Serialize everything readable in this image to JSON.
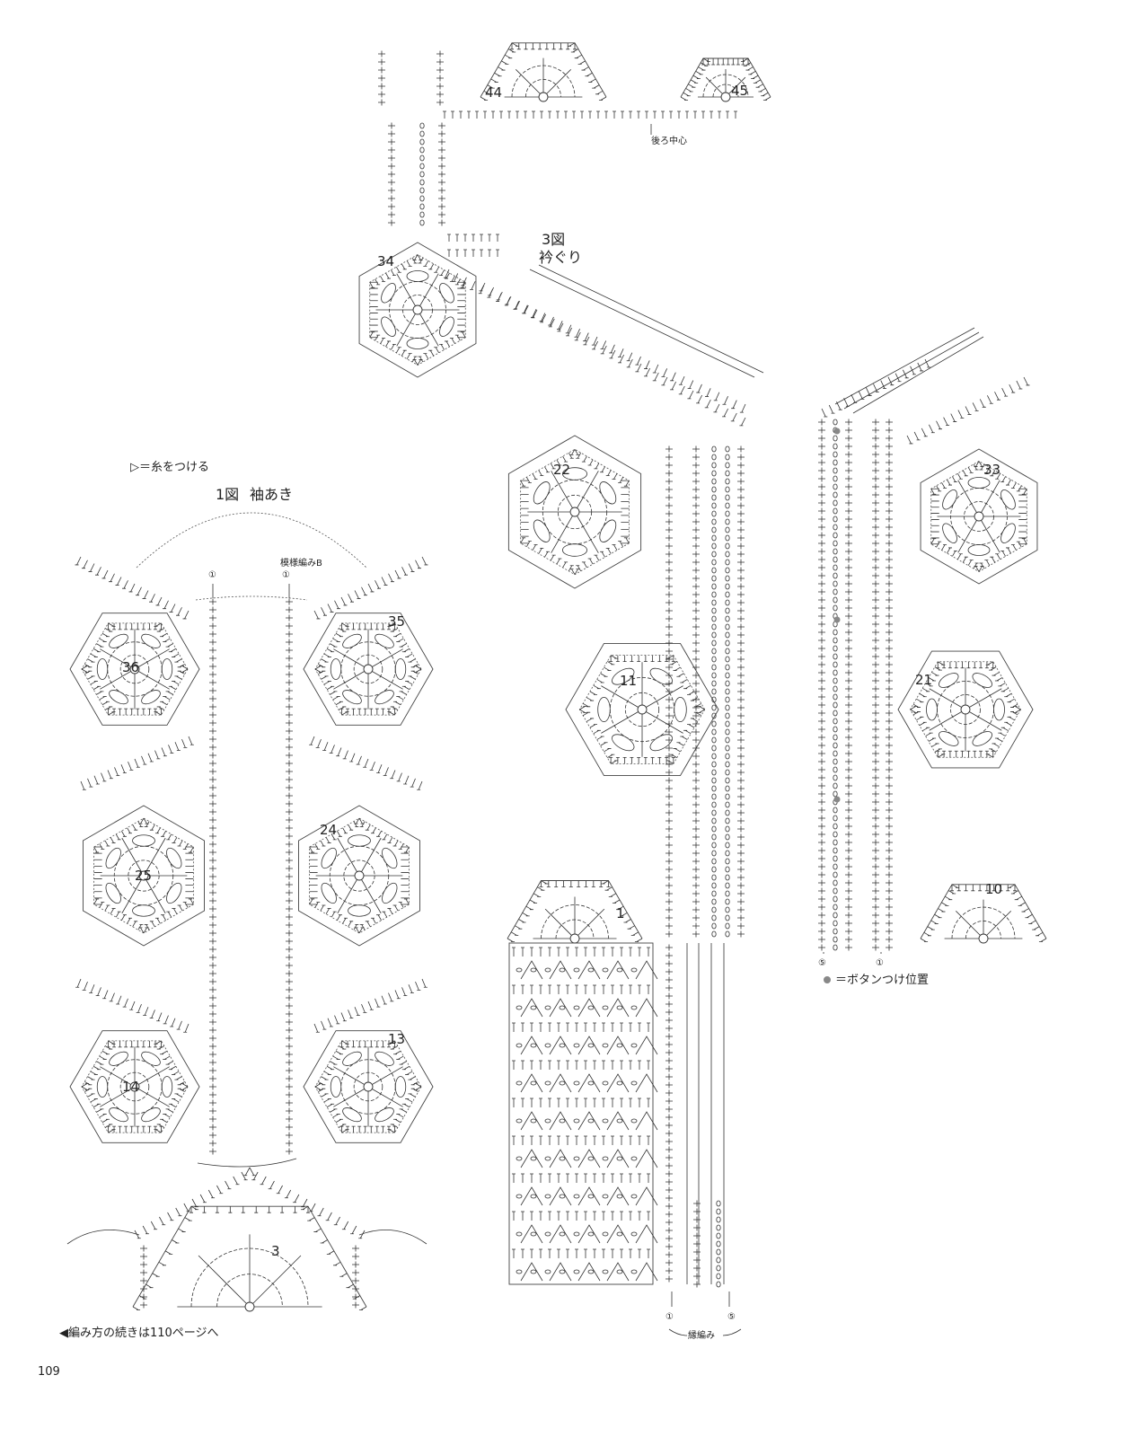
{
  "legend": {
    "attach_yarn": "▷＝糸をつける",
    "button_position": "＝ボタンつけ位置",
    "button_dot_color": "#888888"
  },
  "figure1": {
    "title": "1図",
    "subtitle": "袖あき",
    "pattern_label": "模様編みB",
    "marker_left": "①",
    "marker_right": "①",
    "motifs": [
      "36",
      "35",
      "25",
      "24",
      "14",
      "13",
      "3"
    ]
  },
  "figure3": {
    "title": "3図",
    "subtitle": "衿ぐり",
    "back_center": "後ろ中心",
    "motifs_top": [
      "44",
      "45"
    ],
    "motifs_left": [
      "34",
      "22",
      "11",
      "1"
    ],
    "edging_label": "縁編み",
    "edging_markers": [
      "①",
      "⑤"
    ]
  },
  "figure_right": {
    "motifs": [
      "33",
      "21",
      "10"
    ],
    "markers": [
      "⑤",
      "①"
    ]
  },
  "footer": {
    "continuation": "◀編み方の続きは110ページへ",
    "page_number": "109"
  }
}
